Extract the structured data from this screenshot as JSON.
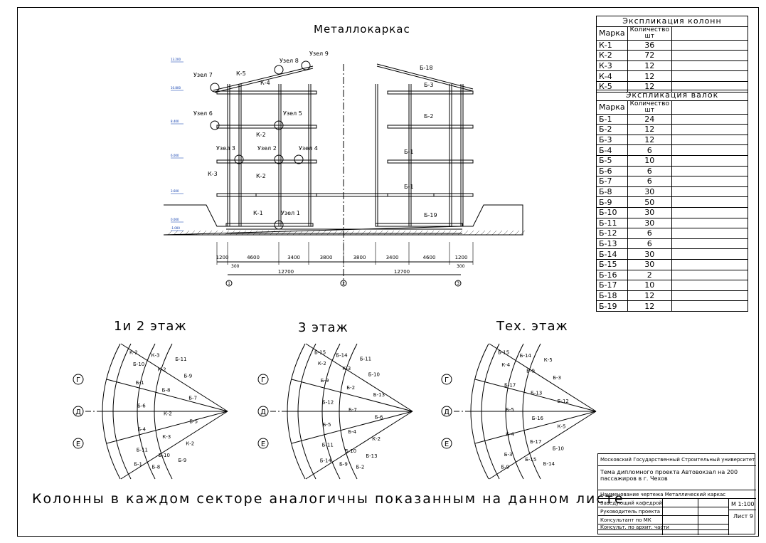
{
  "titles": {
    "main": "Металлокаркас",
    "floor_1_2": "1и 2 этаж",
    "floor_3": "3 этаж",
    "tech": "Тех. этаж"
  },
  "note": "Колонны в каждом секторе аналогичны показанным на данном листе",
  "columns_table": {
    "title": "Экспликация колонн",
    "headers": [
      "Марка",
      "Количество шт"
    ],
    "rows": [
      [
        "К-1",
        "36"
      ],
      [
        "К-2",
        "72"
      ],
      [
        "К-3",
        "12"
      ],
      [
        "К-4",
        "12"
      ],
      [
        "К-5",
        "12"
      ]
    ]
  },
  "beams_table": {
    "title": "Экспликация валок",
    "headers": [
      "Марка",
      "Количество шт"
    ],
    "rows": [
      [
        "Б-1",
        "24"
      ],
      [
        "Б-2",
        "12"
      ],
      [
        "Б-3",
        "12"
      ],
      [
        "Б-4",
        "6"
      ],
      [
        "Б-5",
        "10"
      ],
      [
        "Б-6",
        "6"
      ],
      [
        "Б-7",
        "6"
      ],
      [
        "Б-8",
        "30"
      ],
      [
        "Б-9",
        "50"
      ],
      [
        "Б-10",
        "30"
      ],
      [
        "Б-11",
        "30"
      ],
      [
        "Б-12",
        "6"
      ],
      [
        "Б-13",
        "6"
      ],
      [
        "Б-14",
        "30"
      ],
      [
        "Б-15",
        "30"
      ],
      [
        "Б-16",
        "2"
      ],
      [
        "Б-17",
        "10"
      ],
      [
        "Б-18",
        "12"
      ],
      [
        "Б-19",
        "12"
      ]
    ]
  },
  "stamp": {
    "university": "Московский Государственный Строительный университет",
    "topic": "Тема дипломного проекта Автовокзал на 200 пассажиров в г. Чехов",
    "drawing_name": "Наименование чертежа Металлический каркас",
    "head_of_dept": "Заведующий кафедрой",
    "supervisor": "Руководитель проекта",
    "consultant_mk": "Консультант по МК",
    "consultant_arch": "Консульт. по архит. части",
    "scale": "М 1:100",
    "sheet": "Лист 9"
  },
  "section": {
    "nodes": [
      "Узел 1",
      "Узел 2",
      "Узел 3",
      "Узел 4",
      "Узел 5",
      "Узел 6",
      "Узел 7",
      "Узел 8",
      "Узел 9"
    ],
    "left_labels": [
      "К-5",
      "К-4",
      "К-2",
      "К-2",
      "К-1",
      "К-3"
    ],
    "right_labels": [
      "Б-18",
      "Б-3",
      "Б-2",
      "Б-1",
      "Б-1",
      "Б-19"
    ],
    "dims_bottom": [
      "1200",
      "4600",
      "3400",
      "3800",
      "3800",
      "3400",
      "4600",
      "1200"
    ],
    "dims_span": [
      "12700",
      "12700"
    ],
    "dims_small": [
      "300",
      "300"
    ],
    "axes": [
      "1",
      "2",
      "3"
    ],
    "levels": [
      "13.200",
      "10.800",
      "8.400",
      "6.000",
      "3.600",
      "0.000",
      "-1.000"
    ]
  },
  "plans": {
    "axes": [
      "Г",
      "Д",
      "Е"
    ],
    "floor_1_2_labels": [
      "К-2",
      "К-3",
      "Б-11",
      "Б-10",
      "К-2",
      "Б-9",
      "Б-1",
      "Б-8",
      "Б-7",
      "Б-6",
      "К-2",
      "Б-5",
      "Б-4",
      "К-3",
      "К-2",
      "Б-11",
      "Б-10",
      "Б-9",
      "Б-1",
      "Б-8"
    ],
    "floor_3_labels": [
      "Б-15",
      "Б-14",
      "Б-11",
      "К-2",
      "К-3",
      "Б-10",
      "Б-9",
      "Б-2",
      "Б-13",
      "Б-12",
      "Б-7",
      "Б-6",
      "Б-5",
      "Б-4",
      "К-2",
      "Б-11",
      "Б-10",
      "Б-13",
      "Б-14",
      "Б-9",
      "Б-2"
    ],
    "tech_labels": [
      "Б-15",
      "Б-14",
      "К-5",
      "К-4",
      "Б-9",
      "Б-3",
      "Б-17",
      "Б-13",
      "Б-12",
      "Б-5",
      "Б-16",
      "К-5",
      "К-4",
      "Б-17",
      "Б-10",
      "Б-3",
      "Б-15",
      "Б-14",
      "Б-9"
    ]
  }
}
